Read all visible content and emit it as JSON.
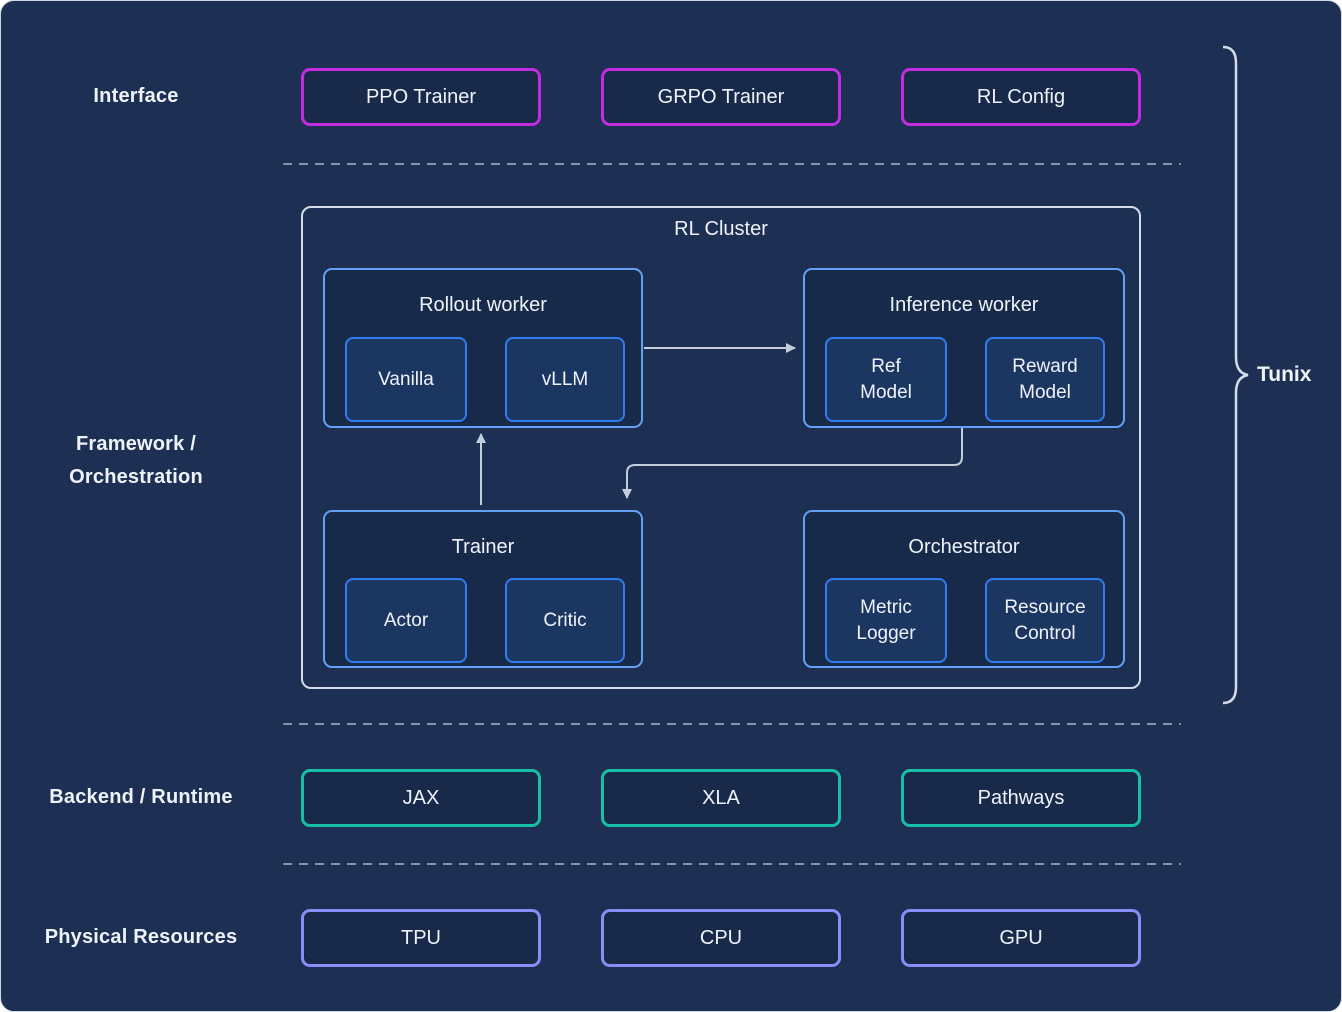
{
  "brace_label": "Tunix",
  "layers": {
    "interface": {
      "label": "Interface",
      "boxes": [
        {
          "label": "PPO Trainer"
        },
        {
          "label": "GRPO Trainer"
        },
        {
          "label": "RL Config"
        }
      ]
    },
    "framework": {
      "line1": "Framework /",
      "line2": "Orchestration"
    },
    "backend": {
      "label": "Backend / Runtime",
      "boxes": [
        {
          "label": "JAX"
        },
        {
          "label": "XLA"
        },
        {
          "label": "Pathways"
        }
      ]
    },
    "physical": {
      "label": "Physical Resources",
      "boxes": [
        {
          "label": "TPU"
        },
        {
          "label": "CPU"
        },
        {
          "label": "GPU"
        }
      ]
    }
  },
  "cluster": {
    "title": "RL Cluster",
    "groups": {
      "rollout_worker": {
        "title": "Rollout worker",
        "items": [
          {
            "label": "Vanilla"
          },
          {
            "label": "vLLM"
          }
        ]
      },
      "inference_worker": {
        "title": "Inference worker",
        "items": [
          {
            "label": "Ref Model"
          },
          {
            "label": "Reward Model"
          }
        ]
      },
      "trainer": {
        "title": "Trainer",
        "items": [
          {
            "label": "Actor"
          },
          {
            "label": "Critic"
          }
        ]
      },
      "orchestrator": {
        "title": "Orchestrator",
        "items": [
          {
            "label": "Metric Logger"
          },
          {
            "label": "Resource Control"
          }
        ]
      }
    },
    "edges": [
      {
        "from": "Rollout worker",
        "to": "Inference worker"
      },
      {
        "from": "Inference worker",
        "to": "Trainer"
      },
      {
        "from": "Trainer",
        "to": "Rollout worker"
      }
    ]
  },
  "colors": {
    "background": "#1d3054",
    "text": "#eef3fa",
    "interface_border": "#c32ce0",
    "cluster_border": "#d3dce8",
    "group_border": "#64a1f4",
    "node_border": "#2f7bf0",
    "backend_border": "#17bfa6",
    "physical_border": "#8a8cf8",
    "arrow": "#c3cedd",
    "divider": "#8593ac"
  }
}
